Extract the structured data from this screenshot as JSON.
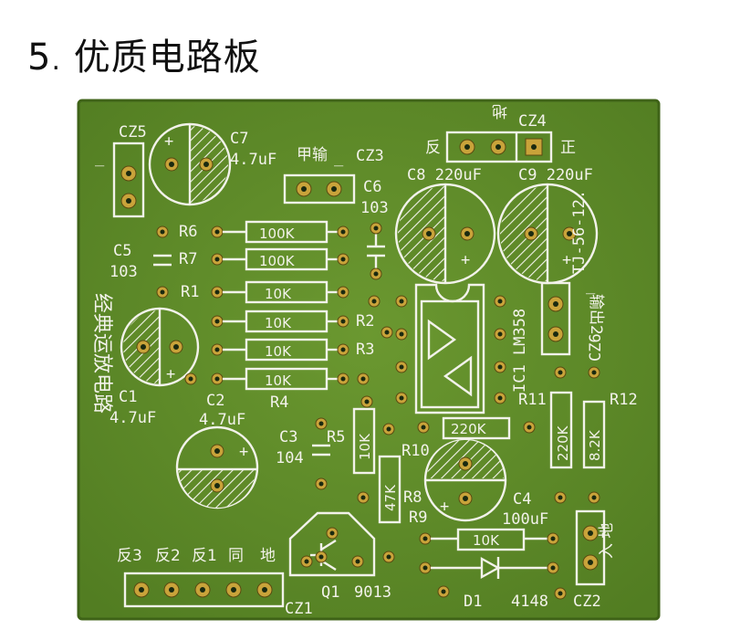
{
  "heading": {
    "number": "5",
    "dot": ".",
    "text": "优质电路板"
  },
  "board": {
    "color_main": "#5f8a28",
    "color_edge": "#4d7420",
    "silk_color": "#f2f2ea",
    "pad_color": "#c9a33a"
  },
  "labels": {
    "cz5": "CZ5",
    "cz5_minus": "_",
    "c7": "C7",
    "c7_val": "4.7uF",
    "cz3": "CZ3",
    "cz3_text": "甲输",
    "cz3_minus": "_",
    "cz4": "CZ4",
    "cz4_left": "地",
    "cz4_fan": "反",
    "cz4_right": "正",
    "c6": "C6",
    "c6_val": "103",
    "c8": "C8 220uF",
    "c9": "C9 220uF",
    "tj": "TJ-56-12.",
    "r6": "R6",
    "r7": "R7",
    "r1": "R1",
    "r2": "R2",
    "r3": "R3",
    "r4": "R4",
    "r6_val": "100K",
    "r7_val": "100K",
    "r1_val": "10K",
    "r2_val": "10K",
    "r3_val": "10K",
    "r4_val": "10K",
    "c5": "C5",
    "c5_val": "103",
    "ic1": "IC1 LM358",
    "cz6": "CZ6",
    "cz6_text": "输出2",
    "cz6_minus": "_",
    "vertical_text": "经典运放电路",
    "c1": "C1",
    "c1_val": "4.7uF",
    "c2": "C2",
    "c2_val": "4.7uF",
    "r11": "R11",
    "r12": "R12",
    "r11_val": "220K",
    "r12_val": "8.2K",
    "c3": "C3",
    "c3_val": "104",
    "r5": "R5",
    "r5_val": "10K",
    "r10": "R10",
    "r10_val": "220K",
    "r8": "R8",
    "r8_val": "47K",
    "c4": "C4",
    "c4_val": "100uF",
    "r9": "R9",
    "r9_val": "10K",
    "cz1_labels": [
      "反3",
      "反2",
      "反1",
      "同",
      "地"
    ],
    "cz1": "CZ1",
    "q1": "Q1",
    "q1_val": "9013",
    "d1": "D1",
    "d1_val": "4148",
    "cz2": "CZ2",
    "cz2_text": "入 地"
  }
}
